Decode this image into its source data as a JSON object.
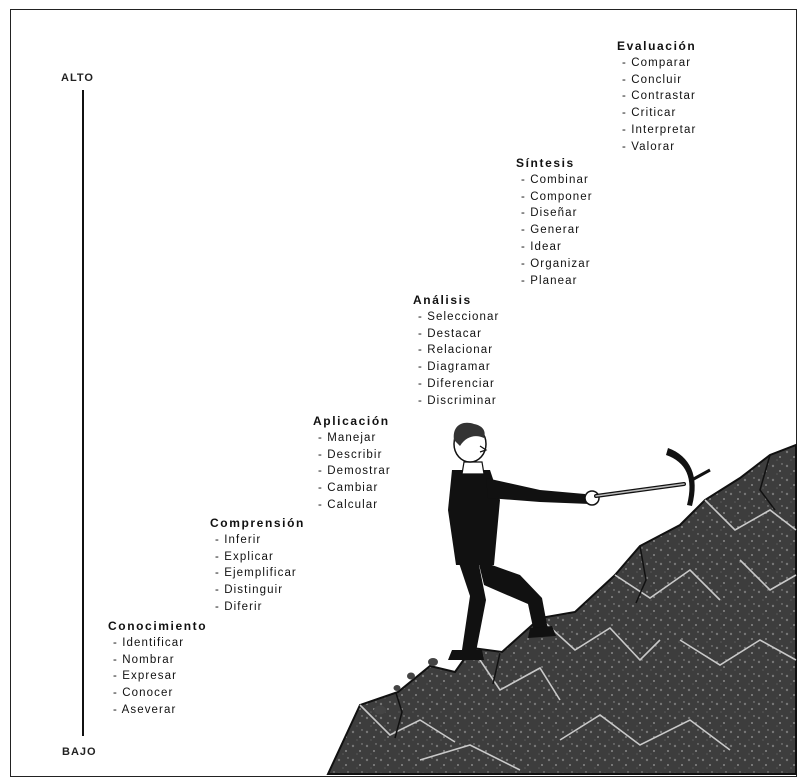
{
  "axis": {
    "high_label": "ALTO",
    "low_label": "BAJO"
  },
  "levels": [
    {
      "title": "Conocimiento",
      "verbs": [
        "Identificar",
        "Nombrar",
        "Expresar",
        "Conocer",
        "Aseverar"
      ]
    },
    {
      "title": "Comprensión",
      "verbs": [
        "Inferir",
        "Explicar",
        "Ejemplificar",
        "Distinguir",
        "Diferir"
      ]
    },
    {
      "title": "Aplicación",
      "verbs": [
        "Manejar",
        "Describir",
        "Demostrar",
        "Cambiar",
        "Calcular"
      ]
    },
    {
      "title": "Análisis",
      "verbs": [
        "Seleccionar",
        "Destacar",
        "Relacionar",
        "Diagramar",
        "Diferenciar",
        "Discriminar"
      ]
    },
    {
      "title": "Síntesis",
      "verbs": [
        "Combinar",
        "Componer",
        "Diseñar",
        "Generar",
        "Idear",
        "Organizar",
        "Planear"
      ]
    },
    {
      "title": "Evaluación",
      "verbs": [
        "Comparar",
        "Concluir",
        "Contrastar",
        "Criticar",
        "Interpretar",
        "Valorar"
      ]
    }
  ],
  "illustration": {
    "subject": "climber-with-pickaxe-on-mountain"
  }
}
